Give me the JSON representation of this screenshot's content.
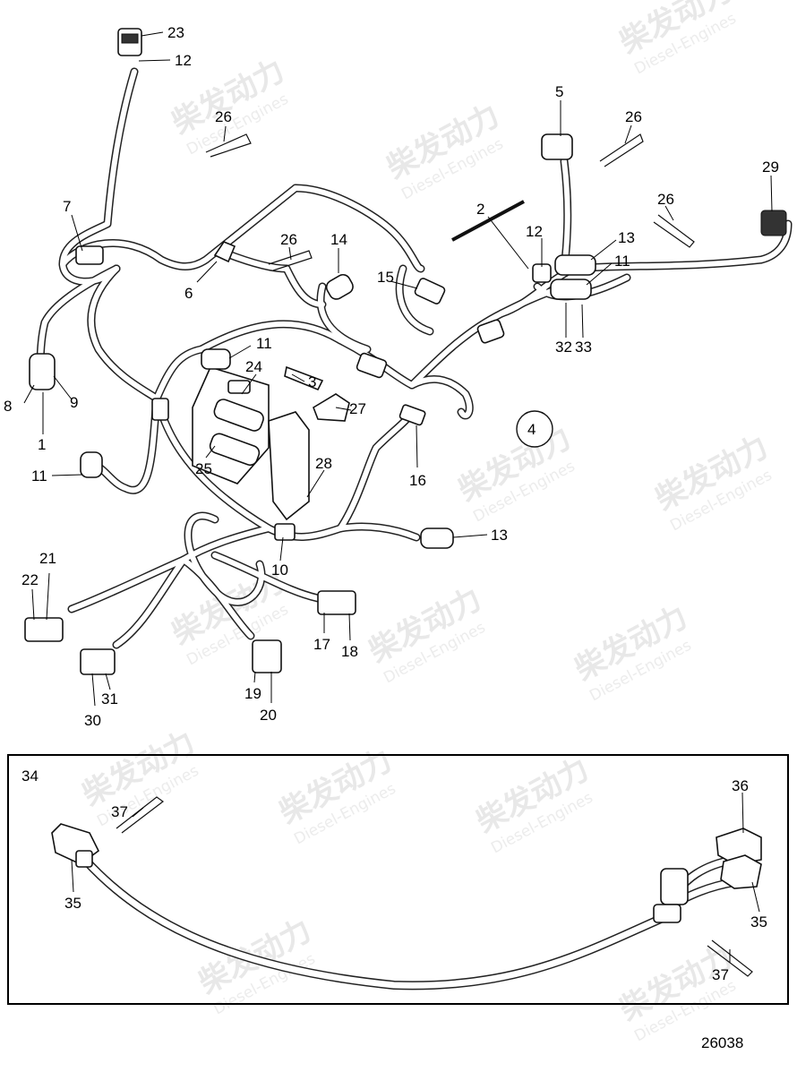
{
  "watermark": {
    "brand": "柴发动力",
    "sub": "Diesel-Engines"
  },
  "drawing_number": "26038",
  "main_callouts": [
    {
      "id": "c23",
      "text": "23"
    },
    {
      "id": "c12a",
      "text": "12"
    },
    {
      "id": "c26a",
      "text": "26"
    },
    {
      "id": "c5",
      "text": "5"
    },
    {
      "id": "c26b",
      "text": "26"
    },
    {
      "id": "c29",
      "text": "29"
    },
    {
      "id": "c7",
      "text": "7"
    },
    {
      "id": "c2",
      "text": "2"
    },
    {
      "id": "c26c",
      "text": "26"
    },
    {
      "id": "c26d",
      "text": "26"
    },
    {
      "id": "c14",
      "text": "14"
    },
    {
      "id": "c12b",
      "text": "12"
    },
    {
      "id": "c13a",
      "text": "13"
    },
    {
      "id": "c11a",
      "text": "11"
    },
    {
      "id": "c6",
      "text": "6"
    },
    {
      "id": "c15",
      "text": "15"
    },
    {
      "id": "c11b",
      "text": "11"
    },
    {
      "id": "c32",
      "text": "32"
    },
    {
      "id": "c33",
      "text": "33"
    },
    {
      "id": "c24",
      "text": "24"
    },
    {
      "id": "c3",
      "text": "3"
    },
    {
      "id": "c27",
      "text": "27"
    },
    {
      "id": "c8",
      "text": "8"
    },
    {
      "id": "c9",
      "text": "9"
    },
    {
      "id": "c4",
      "text": "4"
    },
    {
      "id": "c1",
      "text": "1"
    },
    {
      "id": "c11c",
      "text": "11"
    },
    {
      "id": "c25",
      "text": "25"
    },
    {
      "id": "c28",
      "text": "28"
    },
    {
      "id": "c16",
      "text": "16"
    },
    {
      "id": "c13b",
      "text": "13"
    },
    {
      "id": "c10",
      "text": "10"
    },
    {
      "id": "c21",
      "text": "21"
    },
    {
      "id": "c22",
      "text": "22"
    },
    {
      "id": "c17",
      "text": "17"
    },
    {
      "id": "c18",
      "text": "18"
    },
    {
      "id": "c31",
      "text": "31"
    },
    {
      "id": "c30",
      "text": "30"
    },
    {
      "id": "c19",
      "text": "19"
    },
    {
      "id": "c20",
      "text": "20"
    }
  ],
  "inset": {
    "label": "34",
    "callouts": [
      {
        "id": "i37a",
        "text": "37"
      },
      {
        "id": "i36",
        "text": "36"
      },
      {
        "id": "i35a",
        "text": "35"
      },
      {
        "id": "i35b",
        "text": "35"
      },
      {
        "id": "i37b",
        "text": "37"
      }
    ]
  }
}
